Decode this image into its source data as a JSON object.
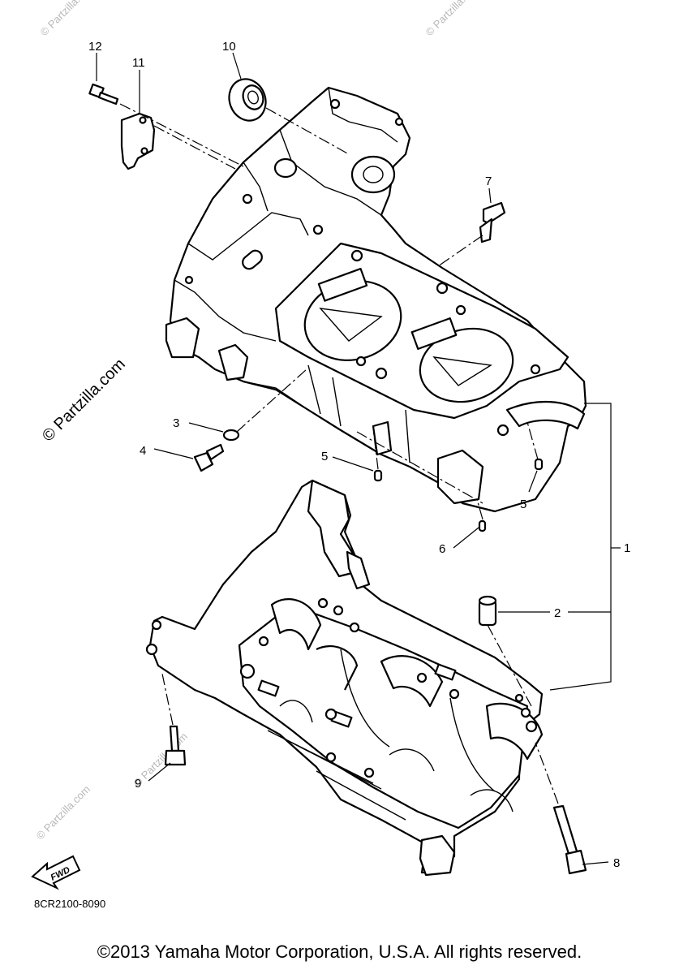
{
  "watermark": "© Partzilla.com",
  "diagram_code": "8CR2100-8090",
  "copyright": "©2013 Yamaha Motor Corporation, U.S.A. All rights reserved.",
  "fwd_label": "FWD",
  "callouts": {
    "c1": "1",
    "c2": "2",
    "c3": "3",
    "c4": "4",
    "c5a": "5",
    "c5b": "5",
    "c6": "6",
    "c7": "7",
    "c8": "8",
    "c9": "9",
    "c10": "10",
    "c11": "11",
    "c12": "12"
  }
}
